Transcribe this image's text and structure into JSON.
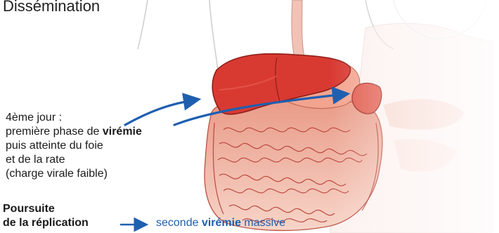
{
  "title": "Dissémination",
  "annotation_day4": {
    "line1": "4ème jour :",
    "line2_prefix": "première phase de ",
    "line2_emph": "virémie",
    "line3": "puis atteinte du foie",
    "line4": "et de la rate",
    "line5": "(charge virale faible)"
  },
  "annotation_replication": {
    "line1": "Poursuite",
    "line2": "de la réplication",
    "result_prefix": "seconde ",
    "result_emph": "virémie",
    "result_suffix": " massive"
  },
  "colors": {
    "liver": "#d83a32",
    "liver_dark": "#8e1d18",
    "organ_fill": "#f2b3a3",
    "intestine_line": "#b2352b",
    "arrow": "#1f5fb0",
    "outline": "#b9b9b9"
  },
  "icons": [
    "liver-illustration",
    "stomach-illustration",
    "spleen-illustration",
    "intestines-illustration",
    "body-outline",
    "blue-arrow"
  ]
}
